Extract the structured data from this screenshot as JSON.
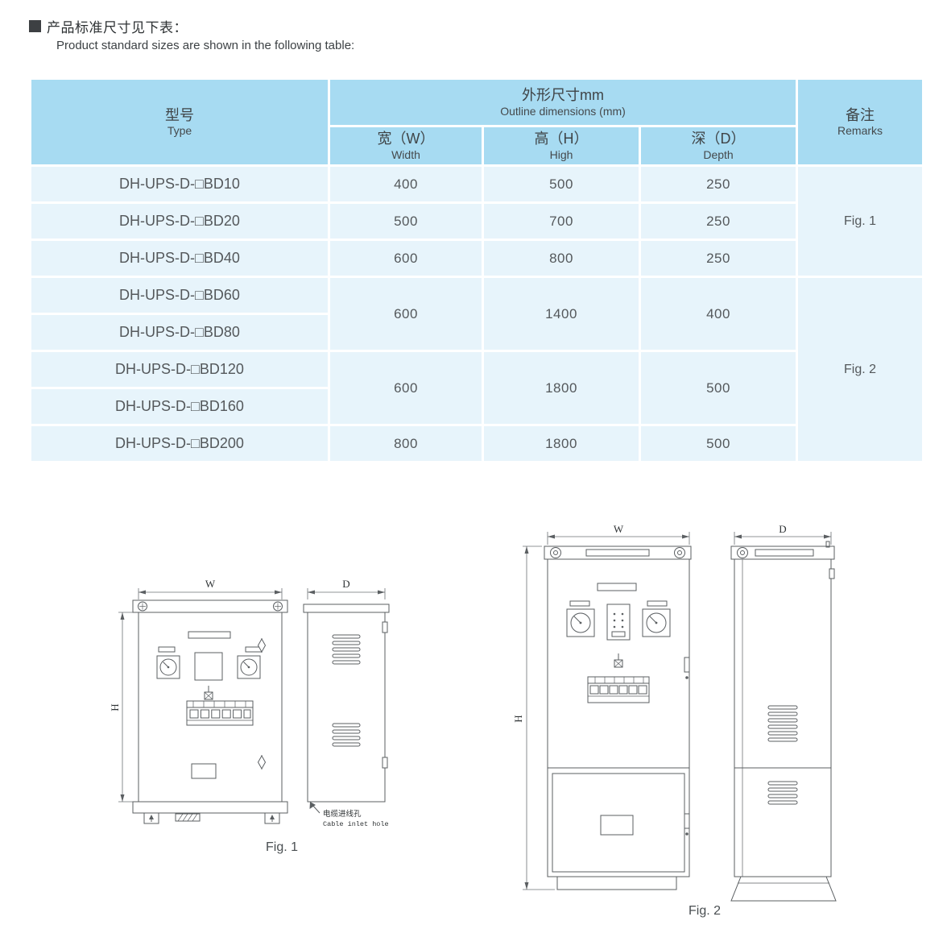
{
  "page": {
    "heading_zh": "产品标准尺寸见下表：",
    "heading_en": "Product standard sizes are shown in the following table:"
  },
  "colors": {
    "table_header_bg": "#a7dbf2",
    "table_body_bg": "#e7f4fb"
  },
  "table": {
    "header": {
      "type_zh": "型号",
      "type_en": "Type",
      "outline_zh": "外形尺寸mm",
      "outline_en": "Outline dimensions (mm)",
      "width_zh": "宽（W）",
      "width_en": "Width",
      "high_zh": "高（H）",
      "high_en": "High",
      "depth_zh": "深（D）",
      "depth_en": "Depth",
      "remarks_zh": "备注",
      "remarks_en": "Remarks"
    },
    "rows": [
      {
        "type": "DH-UPS-D-□BD10",
        "w": "400",
        "h": "500",
        "d": "250"
      },
      {
        "type": "DH-UPS-D-□BD20",
        "w": "500",
        "h": "700",
        "d": "250"
      },
      {
        "type": "DH-UPS-D-□BD40",
        "w": "600",
        "h": "800",
        "d": "250"
      },
      {
        "type": "DH-UPS-D-□BD60",
        "w": "600",
        "h": "1400",
        "d": "400"
      },
      {
        "type": "DH-UPS-D-□BD80"
      },
      {
        "type": "DH-UPS-D-□BD120",
        "w": "600",
        "h": "1800",
        "d": "500"
      },
      {
        "type": "DH-UPS-D-□BD160"
      },
      {
        "type": "DH-UPS-D-□BD200",
        "w": "800",
        "h": "1800",
        "d": "500"
      }
    ],
    "remark_fig1": "Fig. 1",
    "remark_fig2": "Fig. 2"
  },
  "figures": {
    "fig1": {
      "label": "Fig. 1",
      "dim_w": "W",
      "dim_h": "H",
      "dim_d": "D",
      "annotation_zh": "电缆进线孔",
      "annotation_en": "Cable inlet hole"
    },
    "fig2": {
      "label": "Fig. 2",
      "dim_w": "W",
      "dim_h": "H",
      "dim_d": "D"
    }
  }
}
